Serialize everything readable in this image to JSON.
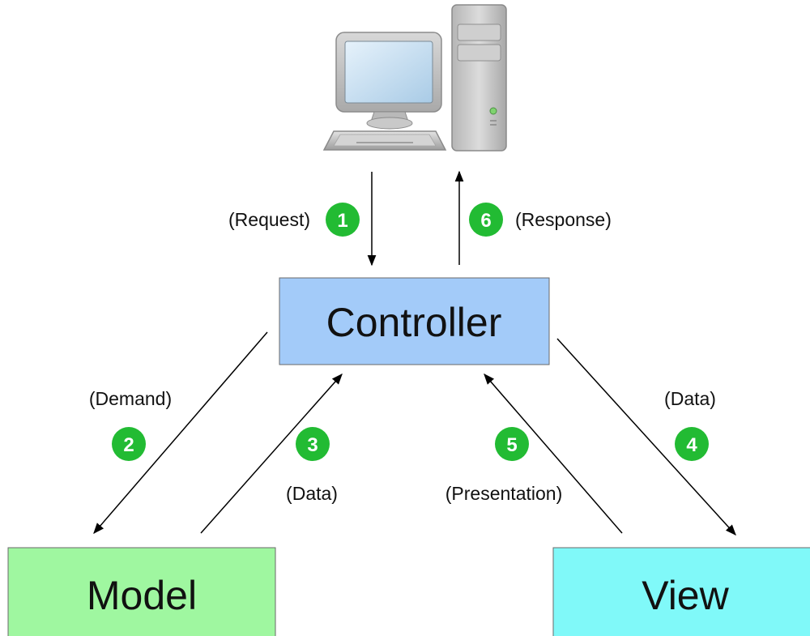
{
  "nodes": {
    "controller": "Controller",
    "model": "Model",
    "view": "View"
  },
  "steps": [
    {
      "number": "1",
      "label": "(Request)"
    },
    {
      "number": "2",
      "label": "(Demand)"
    },
    {
      "number": "3",
      "label": "(Data)"
    },
    {
      "number": "4",
      "label": "(Data)"
    },
    {
      "number": "5",
      "label": "(Presentation)"
    },
    {
      "number": "6",
      "label": "(Response)"
    }
  ],
  "icons": [
    "computer-monitor-icon",
    "keyboard-icon",
    "computer-tower-icon"
  ],
  "colors": {
    "controller": "#a3cbf9",
    "model": "#9ff7a0",
    "view": "#80f9f9",
    "badge": "#22bb33",
    "arrow": "#000000"
  }
}
